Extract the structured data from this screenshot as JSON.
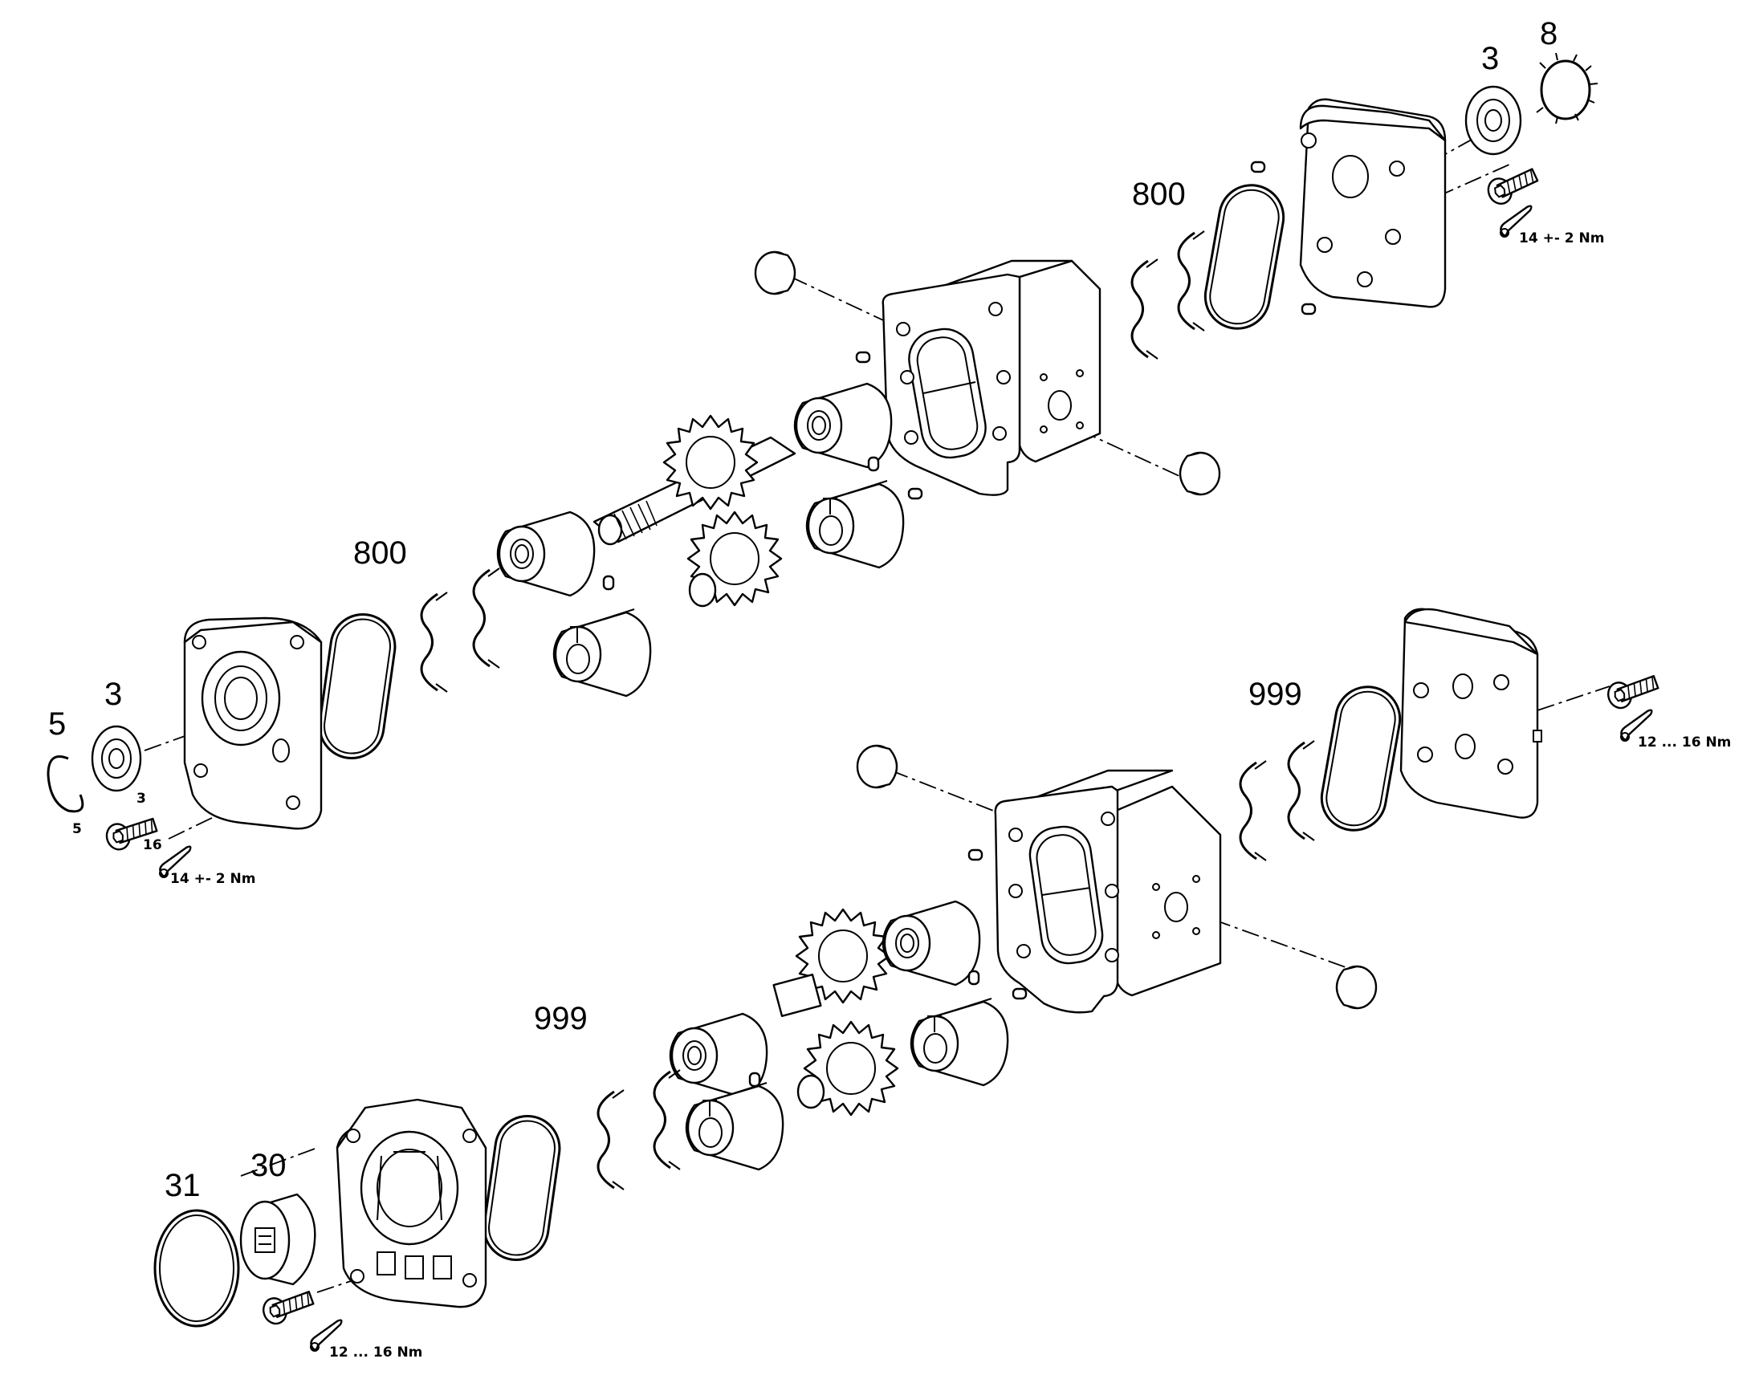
{
  "upper_assembly": {
    "callouts": {
      "shaft_seal_rear": "3",
      "circlip_rear": "8",
      "seal_kit_rear": "800",
      "seal_kit_front": "800",
      "circlip_front": "5",
      "shaft_seal_front": "3"
    },
    "small_labels": {
      "seal_ref": "3",
      "circlip_ref": "5",
      "screw_ref": "16"
    },
    "torque": {
      "rear_screw": "14 +- 2 Nm",
      "front_screw": "14 +- 2 Nm"
    }
  },
  "lower_assembly": {
    "callouts": {
      "seal_kit_rear": "999",
      "seal_kit_front": "999",
      "o_ring": "31",
      "coupling": "30"
    },
    "torque": {
      "rear_screw": "12 ... 16 Nm",
      "front_screw": "12 ... 16 Nm"
    }
  },
  "icons": [
    "torque-wrench-icon"
  ]
}
